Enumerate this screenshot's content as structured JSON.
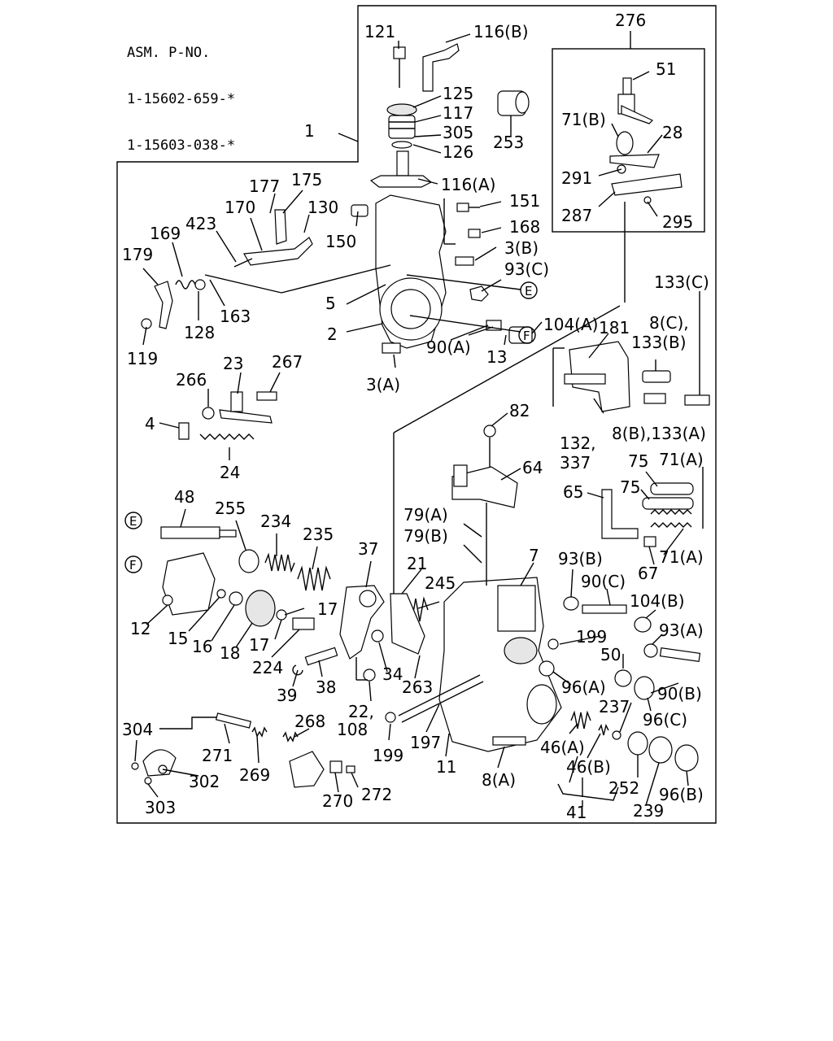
{
  "header": {
    "title": "ASM. P-NO.",
    "numbers": [
      "1-15602-659-*",
      "1-15603-038-*"
    ]
  },
  "callouts": {
    "c121": "121",
    "c116b": "116(B)",
    "c276": "276",
    "c51": "51",
    "c125": "125",
    "c117": "117",
    "c305": "305",
    "c126": "126",
    "c253": "253",
    "c71b": "71(B)",
    "c28": "28",
    "c1": "1",
    "c291": "291",
    "c177": "177",
    "c175": "175",
    "c116a": "116(A)",
    "c151": "151",
    "c287": "287",
    "c295": "295",
    "c170": "170",
    "c130": "130",
    "c423": "423",
    "c168": "168",
    "c169": "169",
    "c150": "150",
    "c3b": "3(B)",
    "c179": "179",
    "c93c": "93(C)",
    "c5": "5",
    "c104a": "104(A)",
    "c133c": "133(C)",
    "c163": "163",
    "c128": "128",
    "c2": "2",
    "c90a": "90(A)",
    "c8c": "8(C),",
    "c181": "181",
    "c133b": "133(B)",
    "c119": "119",
    "c13": "13",
    "c23": "23",
    "c267": "267",
    "c3a": "3(A)",
    "c266": "266",
    "c8b133a": "8(B),133(A)",
    "c82": "82",
    "c4": "4",
    "c132": "132,",
    "c337": "337",
    "c75a": "75",
    "c71a1": "71(A)",
    "c64": "64",
    "c24": "24",
    "c75b": "75",
    "c65": "65",
    "c48": "48",
    "c255": "255",
    "c234": "234",
    "c235": "235",
    "c79a": "79(A)",
    "c79b": "79(B)",
    "c71a2": "71(A)",
    "c37": "37",
    "c7": "7",
    "c67": "67",
    "c21": "21",
    "c93b": "93(B)",
    "c245": "245",
    "c90c": "90(C)",
    "c104b": "104(B)",
    "c12": "12",
    "c17a": "17",
    "c15": "15",
    "c16": "16",
    "c18": "18",
    "c17b": "17",
    "c199a": "199",
    "c93a": "93(A)",
    "c50": "50",
    "c224": "224",
    "c34": "34",
    "c96a": "96(A)",
    "c90b": "90(B)",
    "c39": "39",
    "c38": "38",
    "c263": "263",
    "c237": "237",
    "c96c": "96(C)",
    "c22": "22,",
    "c108": "108",
    "c304": "304",
    "c268": "268",
    "c199b": "199",
    "c197": "197",
    "c11": "11",
    "c8a": "8(A)",
    "c46a": "46(A)",
    "c46b": "46(B)",
    "c271": "271",
    "c269": "269",
    "c302": "302",
    "c252": "252",
    "c96b": "96(B)",
    "c270": "270",
    "c272": "272",
    "c303": "303",
    "c239": "239",
    "c41": "41"
  },
  "markers": {
    "e1": "E",
    "f1": "F",
    "e2": "E",
    "f2": "F"
  }
}
